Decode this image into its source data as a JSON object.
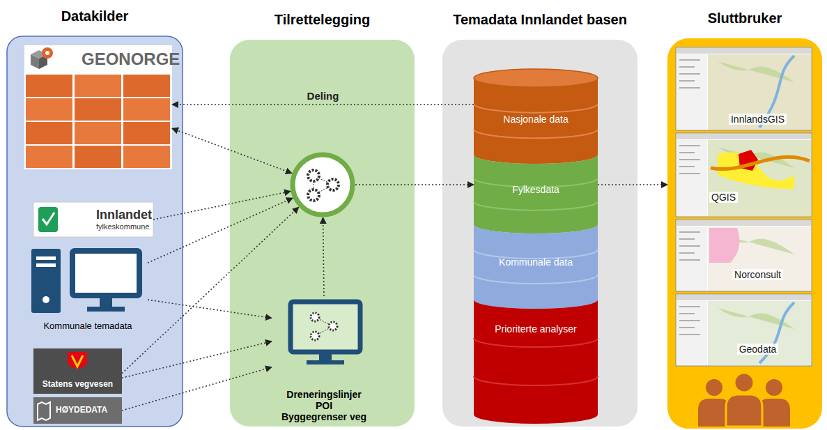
{
  "diagram": {
    "nodes": [
      {
        "text": [
          "Datakilder"
        ]
      },
      {
        "text": [
          "GEONORGE"
        ],
        "in": 0
      },
      {
        "text": [
          "Innlandet",
          "fylkeskommune"
        ],
        "in": 0
      },
      {
        "text": [
          "Kommunale temadata"
        ],
        "in": 0
      },
      {
        "text": [
          "Statens vegvesen"
        ],
        "in": 0
      },
      {
        "text": [
          "HØYDEDATA"
        ],
        "in": 0
      },
      {
        "text": [
          "Tilrettelegging"
        ]
      },
      {
        "text": [],
        "in": 6
      },
      {
        "text": [
          "Dreneringslinjer",
          "POI",
          "Byggegrenser veg"
        ],
        "in": 6
      },
      {
        "text": [
          "Temadata Innlandet basen"
        ]
      },
      {
        "text": [
          "Nasjonale data"
        ],
        "in": 9
      },
      {
        "text": [
          "Fylkesdata"
        ],
        "in": 9
      },
      {
        "text": [
          "Kommunale data"
        ],
        "in": 9
      },
      {
        "text": [
          "Prioriterte analyser"
        ],
        "in": 9
      },
      {
        "text": [
          "Sluttbruker"
        ]
      },
      {
        "text": [
          "InnlandsGIS"
        ],
        "in": 14
      },
      {
        "text": [
          "QGIS"
        ],
        "in": 14
      },
      {
        "text": [
          "Norconsult"
        ],
        "in": 14
      },
      {
        "text": [
          "Geodata"
        ],
        "in": 14
      }
    ],
    "edges": [
      {
        "from": 1,
        "to": 7,
        "arrow": "both"
      },
      {
        "from": 2,
        "to": 7,
        "arrow": "to"
      },
      {
        "from": 3,
        "to": 7,
        "arrow": "to"
      },
      {
        "from": 3,
        "to": 8,
        "arrow": "to"
      },
      {
        "from": 4,
        "to": 7,
        "arrow": "to"
      },
      {
        "from": 4,
        "to": 8,
        "arrow": "to"
      },
      {
        "from": 5,
        "to": 8,
        "arrow": "to"
      },
      {
        "from": 8,
        "to": 7,
        "arrow": "to"
      },
      {
        "from": 7,
        "to": 11,
        "arrow": "to"
      },
      {
        "from": 11,
        "to": 14,
        "arrow": "to"
      },
      {
        "from": 10,
        "to": 1,
        "label": "Deling",
        "arrow": "to"
      }
    ]
  }
}
